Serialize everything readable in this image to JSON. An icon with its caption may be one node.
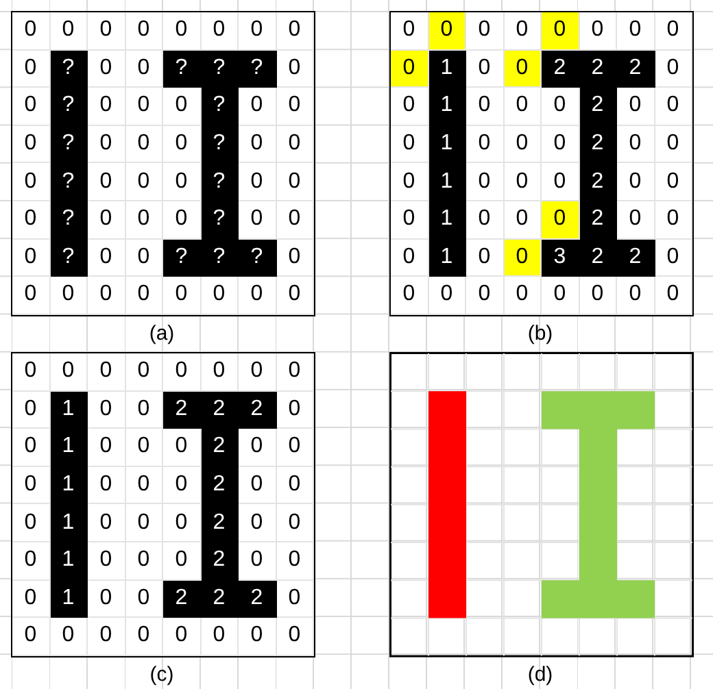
{
  "diagram": {
    "labels": [
      "0",
      "0",
      "0",
      "0",
      "0",
      "0",
      "0",
      "0",
      "0",
      "?",
      "0",
      "0",
      "?",
      "?",
      "?",
      "0",
      "0",
      "?",
      "0",
      "0",
      "0",
      "?",
      "0",
      "0",
      "0",
      "?",
      "0",
      "0",
      "0",
      "?",
      "0",
      "0",
      "0",
      "?",
      "0",
      "0",
      "0",
      "?",
      "0",
      "0",
      "0",
      "?",
      "0",
      "0",
      "0",
      "?",
      "0",
      "0",
      "0",
      "?",
      "0",
      "0",
      "?",
      "?",
      "?",
      "0",
      "0",
      "0",
      "0",
      "0",
      "0",
      "0",
      "0",
      "0",
      "(a)",
      "0",
      "0",
      "0",
      "0",
      "0",
      "0",
      "0",
      "0",
      "0",
      "1",
      "0",
      "0",
      "2",
      "2",
      "2",
      "0",
      "0",
      "1",
      "0",
      "0",
      "0",
      "2",
      "0",
      "0",
      "0",
      "1",
      "0",
      "0",
      "0",
      "2",
      "0",
      "0",
      "0",
      "1",
      "0",
      "0",
      "0",
      "2",
      "0",
      "0",
      "0",
      "1",
      "0",
      "0",
      "0",
      "2",
      "0",
      "0",
      "0",
      "1",
      "0",
      "0",
      "3",
      "2",
      "2",
      "0",
      "0",
      "0",
      "0",
      "0",
      "0",
      "0",
      "0",
      "0",
      "(b)",
      "0",
      "0",
      "0",
      "0",
      "0",
      "0",
      "0",
      "0",
      "0",
      "1",
      "0",
      "0",
      "2",
      "2",
      "2",
      "0",
      "0",
      "1",
      "0",
      "0",
      "0",
      "2",
      "0",
      "0",
      "0",
      "1",
      "0",
      "0",
      "0",
      "2",
      "0",
      "0",
      "0",
      "1",
      "0",
      "0",
      "0",
      "2",
      "0",
      "0",
      "0",
      "1",
      "0",
      "0",
      "0",
      "2",
      "0",
      "0",
      "0",
      "1",
      "0",
      "0",
      "2",
      "2",
      "2",
      "0",
      "0",
      "0",
      "0",
      "0",
      "0",
      "0",
      "0",
      "0",
      "(c)",
      "(d)"
    ]
  }
}
